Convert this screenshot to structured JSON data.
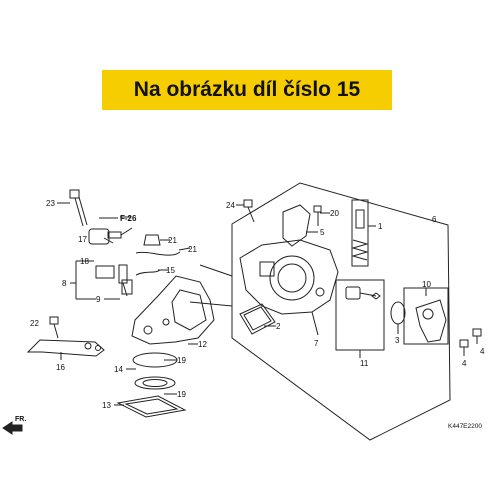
{
  "banner": {
    "text": "Na obrázku díl číslo 15"
  },
  "diagram": {
    "labels": [
      "23",
      "17",
      "18",
      "8",
      "9",
      "22",
      "16",
      "21",
      "21",
      "15",
      "12",
      "14",
      "19",
      "19",
      "13",
      "24",
      "20",
      "5",
      "1",
      "6",
      "2",
      "7",
      "3",
      "11",
      "10",
      "4",
      "4"
    ],
    "references": [
      "F-26"
    ],
    "direction_label": "FR.",
    "figure_code": "K447E2200"
  }
}
